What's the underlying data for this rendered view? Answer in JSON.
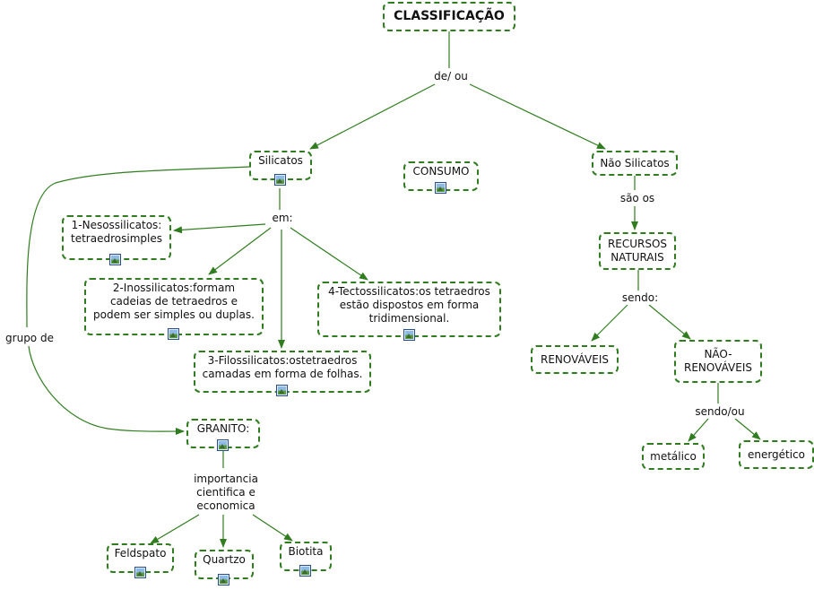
{
  "nodes": {
    "classificacao": "CLASSIFICAÇÃO",
    "silicatos": "Silicatos",
    "consumo": "CONSUMO",
    "nao_silicatos": "Não Silicatos",
    "nesossilicatos": "1-Nesossilicatos:\ntetraedrosimples",
    "inossilicatos": "2-Inossilicatos:formam\ncadeias de tetraedros e\npodem ser simples ou duplas.",
    "tectossilicatos": "4-Tectossilicatos:os tetraedros\nestão dispostos em forma\ntridimensional.",
    "filossilicatos": "3-Filossilicatos:ostetraedros\ncamadas em forma de folhas.",
    "granito": "GRANITO:",
    "feldspato": "Feldspato",
    "quartzo": "Quartzo",
    "biotita": "Biotita",
    "recursos_naturais": "RECURSOS\nNATURAIS",
    "renovaveis": "RENOVÁVEIS",
    "nao_renovaveis": "NÃO-\nRENOVÁVEIS",
    "metalico": "metálico",
    "energetico": "energético"
  },
  "links": {
    "de_ou": "de/ ou",
    "em": "em:",
    "grupo_de": "grupo de",
    "importancia": "importancia\ncientifica e\neconomica",
    "sao_os": "são os",
    "sendo": "sendo:",
    "sendo_ou": "sendo/ou"
  },
  "colors": {
    "border": "#2f7d1e",
    "line": "#2f7d1e"
  },
  "resource_icon": "image-resource-icon"
}
